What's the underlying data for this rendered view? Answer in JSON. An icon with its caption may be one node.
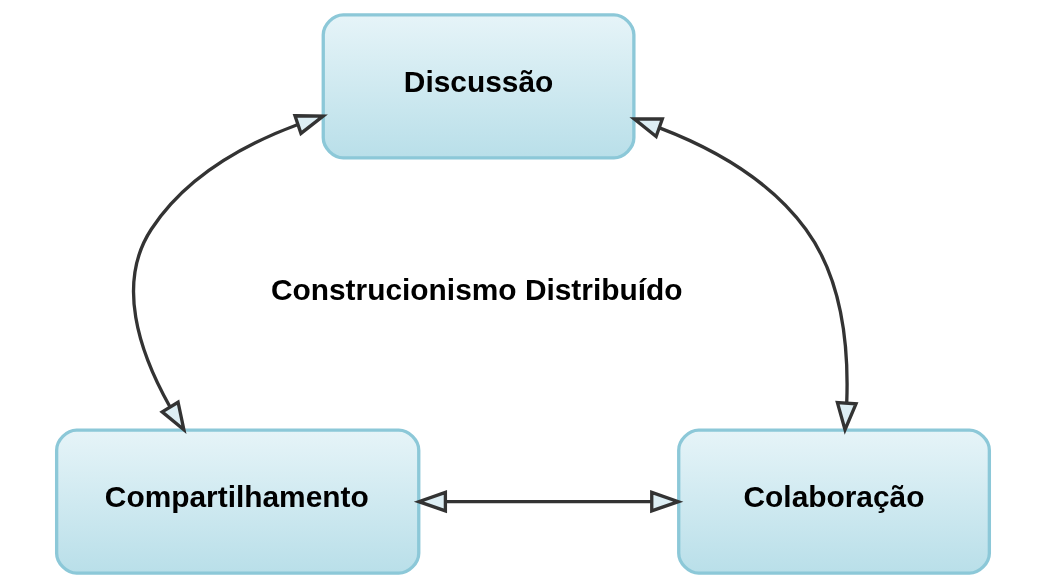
{
  "diagram": {
    "nodes": [
      {
        "text": [
          "Discussão"
        ]
      },
      {
        "text": [
          "Compartilhamento"
        ]
      },
      {
        "text": [
          "Colaboração"
        ]
      }
    ],
    "edges": [
      {
        "from": 0,
        "to": 1,
        "arrow": "both"
      },
      {
        "from": 0,
        "to": 2,
        "arrow": "both"
      },
      {
        "from": 1,
        "to": 2,
        "arrow": "both"
      }
    ],
    "labels": [
      "Construcionismo Distribuído"
    ]
  }
}
